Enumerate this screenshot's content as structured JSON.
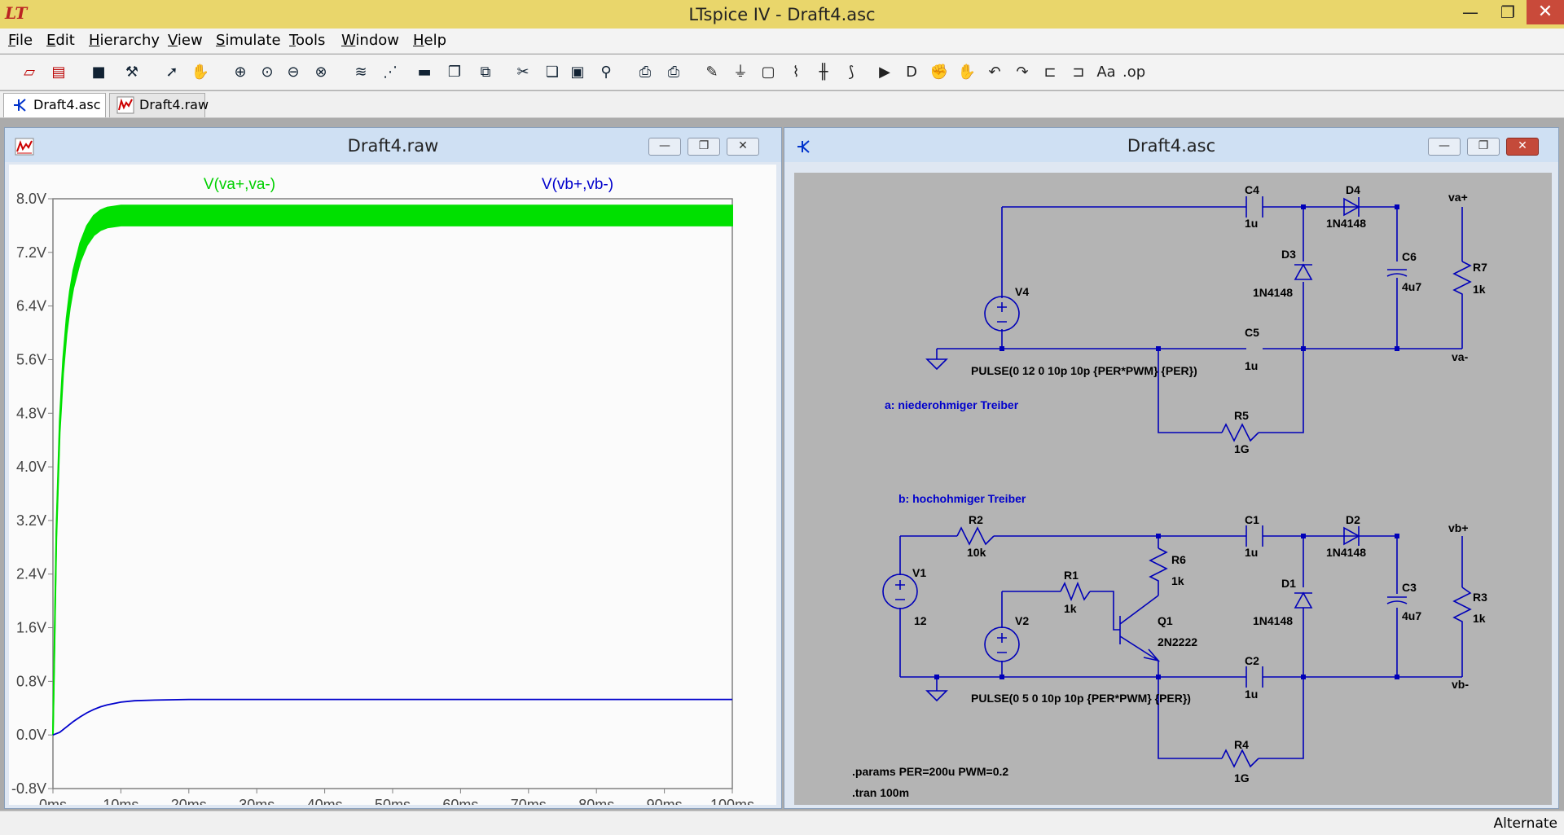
{
  "app": {
    "title": "LTspice IV - Draft4.asc"
  },
  "window_controls": {
    "minimize": "—",
    "restore": "❐",
    "close": "✕"
  },
  "menu": [
    "File",
    "Edit",
    "Hierarchy",
    "View",
    "Simulate",
    "Tools",
    "Window",
    "Help"
  ],
  "toolbar_icons": [
    "new-schematic-icon",
    "open-icon",
    "save-icon",
    "control-panel-icon",
    "run-icon",
    "pan-hand-icon",
    "zoom-in-icon",
    "zoom-area-icon",
    "zoom-out-icon",
    "zoom-fit-icon",
    "autorange-icon",
    "mark-unref-icon",
    "tile-horizontal-icon",
    "cascade-icon",
    "close-all-icon",
    "cut-icon",
    "copy-icon",
    "paste-icon",
    "find-icon",
    "print-setup-icon",
    "print-icon",
    "draw-wire-icon",
    "ground-icon",
    "label-net-icon",
    "resistor-icon",
    "capacitor-icon",
    "inductor-icon",
    "diode-icon",
    "component-icon",
    "move-icon",
    "drag-icon",
    "undo-icon",
    "redo-icon",
    "rotate-icon",
    "mirror-icon",
    "text-icon",
    "spice-directive-icon"
  ],
  "tabs": [
    {
      "label": "Draft4.asc",
      "icon": "schematic-icon",
      "active": true
    },
    {
      "label": "Draft4.raw",
      "icon": "waveform-icon",
      "active": false
    }
  ],
  "plot_window": {
    "title": "Draft4.raw"
  },
  "schematic_window": {
    "title": "Draft4.asc"
  },
  "status": {
    "text": "Alternate"
  },
  "colors": {
    "trace_a": "#00e000",
    "trace_b": "#0000cc",
    "wire": "#0000b8",
    "schematic_bg": "#b4b4b4"
  },
  "chart_data": {
    "type": "line",
    "xlabel": "",
    "ylabel": "",
    "x_ticks": [
      "0ms",
      "10ms",
      "20ms",
      "30ms",
      "40ms",
      "50ms",
      "60ms",
      "70ms",
      "80ms",
      "90ms",
      "100ms"
    ],
    "y_ticks": [
      "8.0V",
      "7.2V",
      "6.4V",
      "5.6V",
      "4.8V",
      "4.0V",
      "3.2V",
      "2.4V",
      "1.6V",
      "0.8V",
      "0.0V",
      "-0.8V"
    ],
    "xlim": [
      0,
      100
    ],
    "ylim": [
      -0.8,
      8.0
    ],
    "grid": false,
    "series": [
      {
        "name": "V(va+,va-)",
        "color": "#00e000",
        "ripple": 0.3,
        "x": [
          0,
          0.5,
          1,
          1.5,
          2,
          2.5,
          3,
          4,
          5,
          6,
          7,
          8,
          10,
          15,
          20,
          30,
          50,
          100
        ],
        "y": [
          0,
          3.0,
          4.6,
          5.5,
          6.1,
          6.5,
          6.8,
          7.2,
          7.45,
          7.6,
          7.68,
          7.72,
          7.75,
          7.75,
          7.75,
          7.75,
          7.75,
          7.75
        ]
      },
      {
        "name": "V(vb+,vb-)",
        "color": "#0000cc",
        "ripple": 0,
        "x": [
          0,
          1,
          2,
          3,
          4,
          5,
          6,
          7,
          8,
          10,
          12,
          15,
          20,
          30,
          50,
          100
        ],
        "y": [
          0,
          0.04,
          0.12,
          0.2,
          0.27,
          0.33,
          0.38,
          0.42,
          0.45,
          0.49,
          0.51,
          0.52,
          0.53,
          0.53,
          0.53,
          0.53
        ]
      }
    ]
  },
  "schematic": {
    "labels": {
      "c4": "C4",
      "c4v": "1u",
      "d4": "D4",
      "d4v": "1N4148",
      "vap": "va+",
      "d3": "D3",
      "d3v": "1N4148",
      "c6": "C6",
      "c6v": "4u7",
      "r7": "R7",
      "r7v": "1k",
      "v4": "V4",
      "c5": "C5",
      "c5v": "1u",
      "vam": "va-",
      "pulse_a": "PULSE(0 12 0 10p 10p {PER*PWM} {PER})",
      "note_a": "a: niederohmiger Treiber",
      "r5": "R5",
      "r5v": "1G",
      "note_b": "b: hochohmiger Treiber",
      "r2": "R2",
      "r2v": "10k",
      "c1": "C1",
      "c1v": "1u",
      "d2": "D2",
      "d2v": "1N4148",
      "vbp": "vb+",
      "r6": "R6",
      "r6v": "1k",
      "v1": "V1",
      "v1v": "12",
      "r1": "R1",
      "r1v": "1k",
      "d1": "D1",
      "d1v": "1N4148",
      "c3": "C3",
      "c3v": "4u7",
      "r3": "R3",
      "r3v": "1k",
      "v2": "V2",
      "q1": "Q1",
      "q1v": "2N2222",
      "c2": "C2",
      "c2v": "1u",
      "vbm": "vb-",
      "pulse_b": "PULSE(0 5 0 10p 10p {PER*PWM} {PER})",
      "r4": "R4",
      "r4v": "1G",
      "params": ".params PER=200u PWM=0.2",
      "tran": ".tran 100m"
    }
  }
}
